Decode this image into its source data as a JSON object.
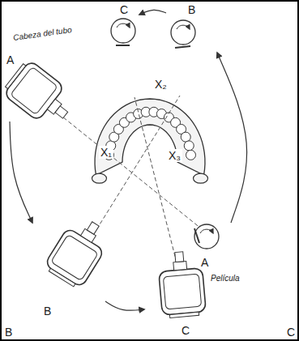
{
  "diagram": {
    "labels": [
      "C",
      "B",
      "Cabeza del tubo",
      "A",
      "X₂",
      "X₁",
      "X₃",
      "A",
      "Película",
      "B",
      "C",
      "B",
      "C"
    ]
  }
}
